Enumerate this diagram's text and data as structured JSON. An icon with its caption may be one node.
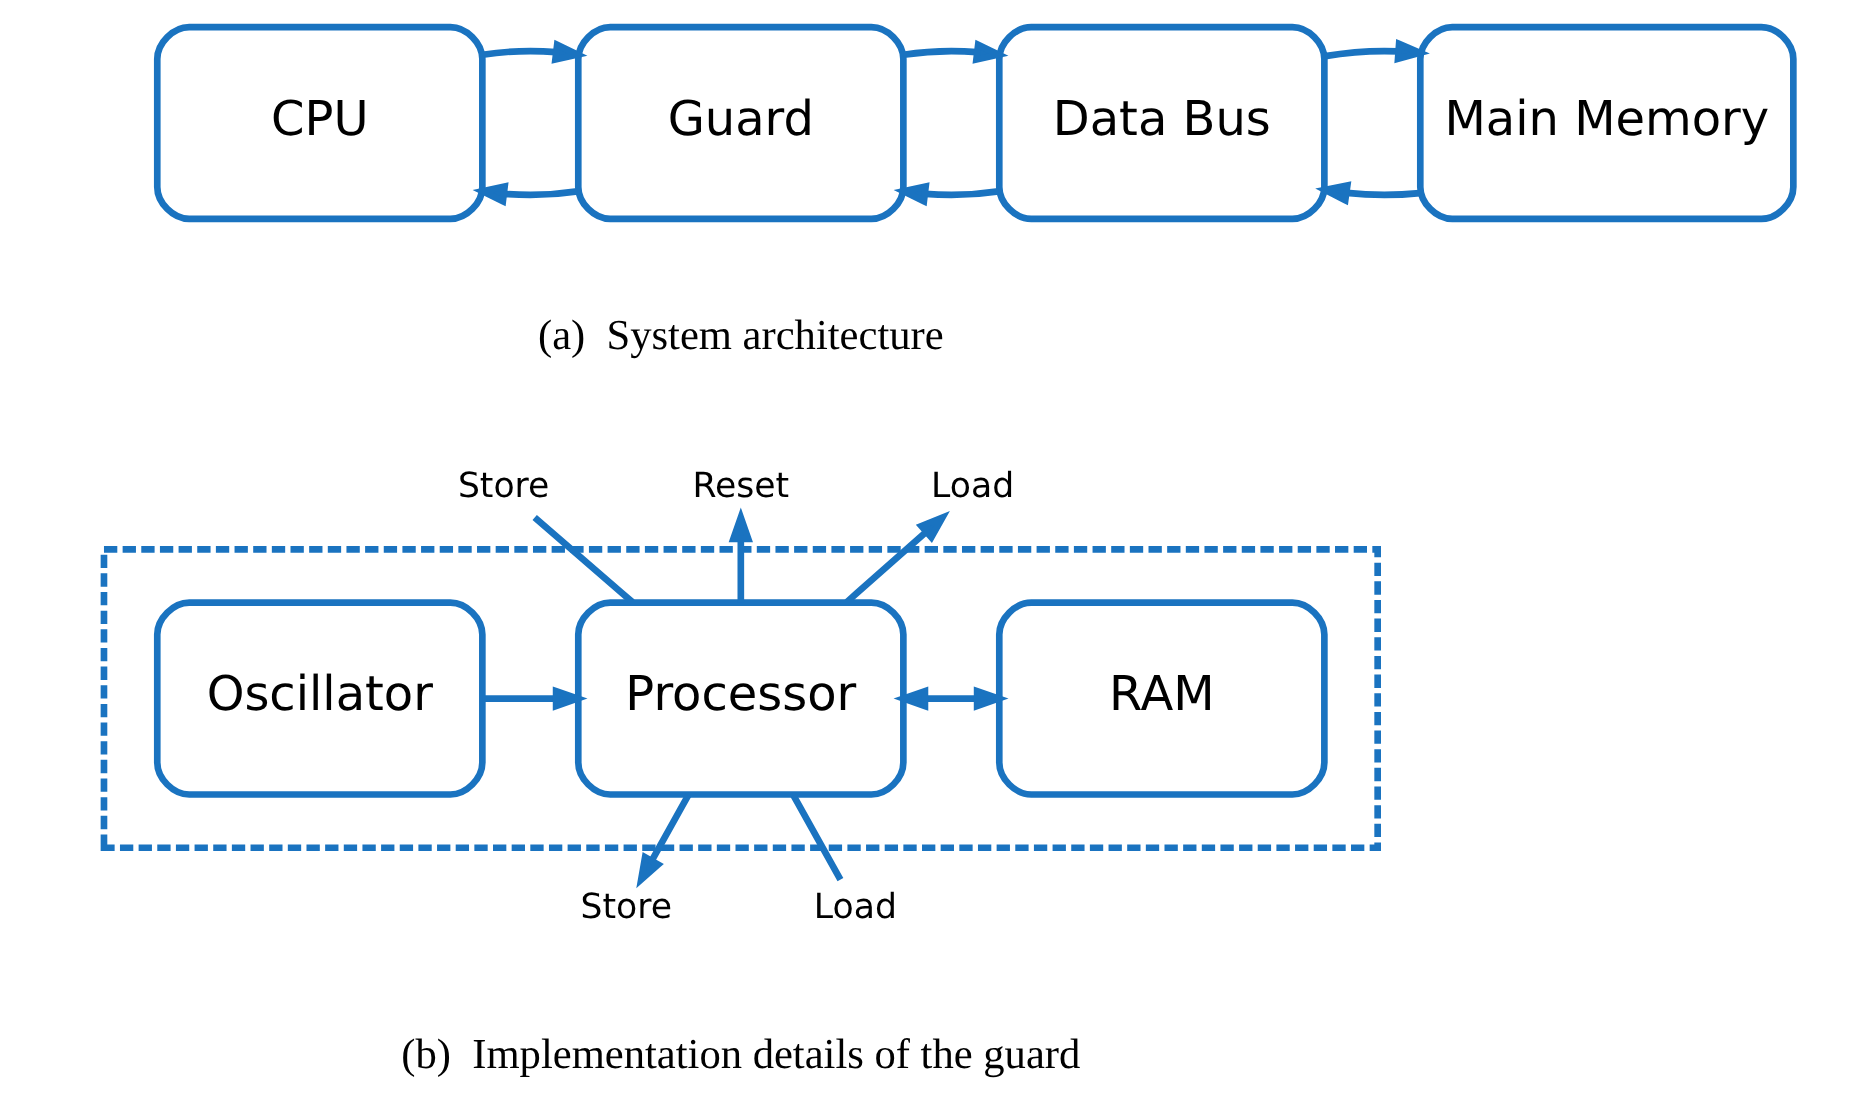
{
  "diagram": {
    "nodes": [
      {
        "text": [
          "CPU"
        ]
      },
      {
        "text": [
          "Guard"
        ]
      },
      {
        "text": [
          "Data Bus"
        ]
      },
      {
        "text": [
          "Main Memory"
        ]
      },
      {
        "text": [],
        "shape": "box"
      },
      {
        "text": [
          "Oscillator"
        ],
        "in": 4
      },
      {
        "text": [
          "Processor"
        ],
        "in": 4
      },
      {
        "text": [
          "RAM"
        ],
        "in": 4
      },
      {
        "text": [
          "Store"
        ]
      },
      {
        "text": [
          "Reset"
        ]
      },
      {
        "text": [
          "Load"
        ]
      },
      {
        "text": [
          "Store"
        ]
      },
      {
        "text": [
          "Load"
        ]
      }
    ],
    "edges": [
      {
        "from": 1,
        "to": 0,
        "arrow": "to"
      },
      {
        "from": 0,
        "to": 1,
        "arrow": "to"
      },
      {
        "from": 2,
        "to": 1,
        "arrow": "to"
      },
      {
        "from": 1,
        "to": 2,
        "arrow": "to"
      },
      {
        "from": 3,
        "to": 2,
        "arrow": "to"
      },
      {
        "from": 2,
        "to": 3,
        "arrow": "to"
      },
      {
        "from": 5,
        "to": 6,
        "arrow": "to"
      },
      {
        "from": 6,
        "to": 7,
        "arrow": "both"
      },
      {
        "from": 8,
        "to": 6,
        "arrow": "none"
      },
      {
        "from": 6,
        "to": 9,
        "arrow": "to"
      },
      {
        "from": 6,
        "to": 10,
        "arrow": "to"
      },
      {
        "from": 6,
        "to": 11,
        "arrow": "to"
      },
      {
        "from": 12,
        "to": 6,
        "arrow": "none"
      }
    ],
    "labels": [
      "(a)  System architecture",
      "(b)  Implementation details of the guard"
    ]
  }
}
